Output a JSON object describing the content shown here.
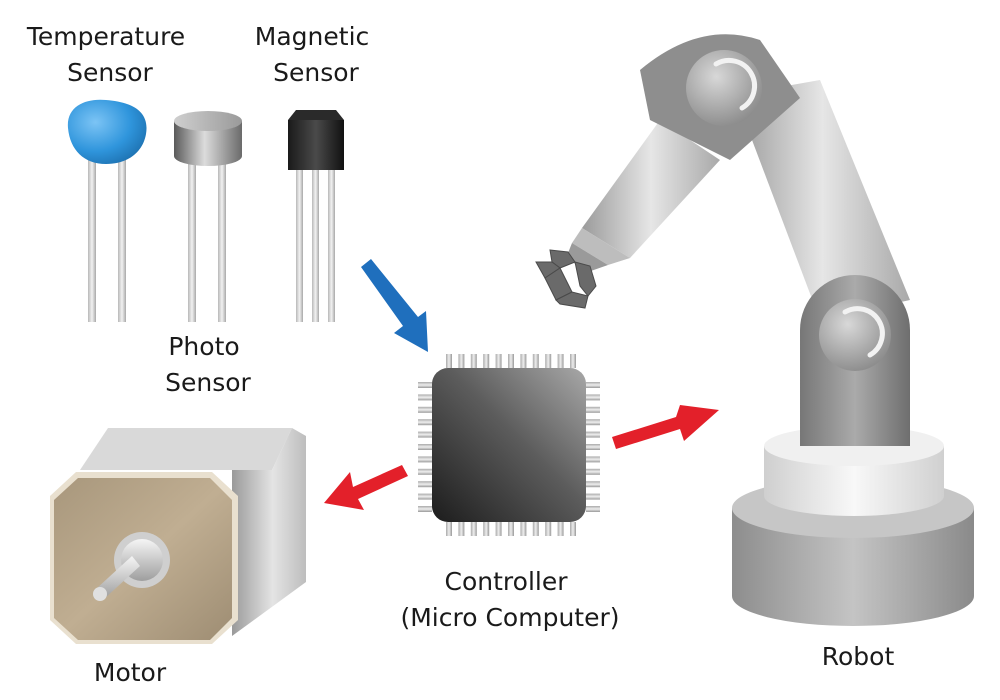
{
  "labels": {
    "temperature_sensor": [
      "Temperature",
      "Sensor"
    ],
    "magnetic_sensor": [
      "Magnetic",
      "Sensor"
    ],
    "photo_sensor": [
      "Photo",
      "Sensor"
    ],
    "controller": [
      "Controller",
      "(Micro Computer)"
    ],
    "motor": "Motor",
    "robot": "Robot"
  },
  "colors": {
    "input_arrow": "#1f6fbd",
    "output_arrow": "#e3202a",
    "temperature_sensor_body": "#2f95dc",
    "motor_face": "#b8a58a"
  },
  "icons": [
    "temperature-sensor-icon",
    "photo-sensor-icon",
    "magnetic-sensor-icon",
    "microcontroller-icon",
    "motor-icon",
    "robot-arm-icon"
  ]
}
